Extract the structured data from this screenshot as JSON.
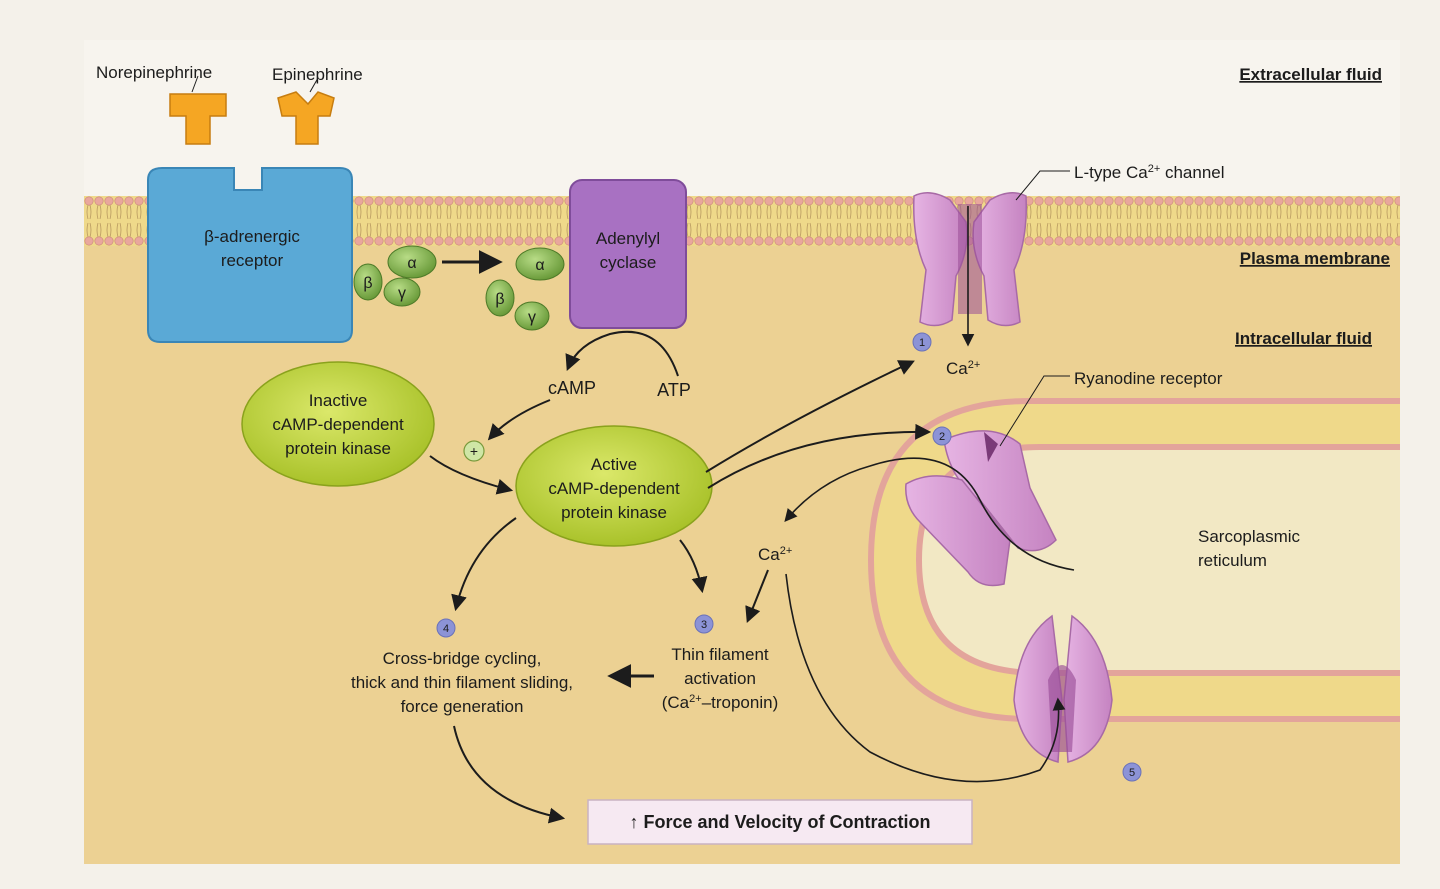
{
  "ligands": {
    "left": "Norepinephrine",
    "right": "Epinephrine"
  },
  "regions": {
    "extracellular": "Extracellular fluid",
    "plasma_membrane": "Plasma membrane",
    "intracellular": "Intracellular fluid"
  },
  "receptor": {
    "line1": "β-adrenergic",
    "line2": "receptor"
  },
  "gprotein": {
    "alpha": "α",
    "beta": "β",
    "gamma": "γ"
  },
  "adenylyl": {
    "line1": "Adenylyl",
    "line2": "cyclase"
  },
  "camp": "cAMP",
  "atp": "ATP",
  "plus": "+",
  "inactive_kinase": {
    "line1": "Inactive",
    "line2": "cAMP-dependent",
    "line3": "protein kinase"
  },
  "active_kinase": {
    "line1": "Active",
    "line2": "cAMP-dependent",
    "line3": "protein kinase"
  },
  "ltype": {
    "pre": "L-type Ca",
    "sup": "2+",
    "post": " channel"
  },
  "ca_in": {
    "base": "Ca",
    "sup": "2+"
  },
  "ca_sr": {
    "base": "Ca",
    "sup": "2+"
  },
  "ryanodine": "Ryanodine receptor",
  "sr": {
    "line1": "Sarcoplasmic",
    "line2": "reticulum"
  },
  "thin": {
    "line1": "Thin filament",
    "line2": "activation",
    "line3_pre": "(Ca",
    "line3_sup": "2+",
    "line3_post": "–troponin)"
  },
  "crossbridge": {
    "line1": "Cross-bridge cycling,",
    "line2": "thick and thin filament sliding,",
    "line3": "force generation"
  },
  "result": "↑ Force and Velocity of Contraction",
  "steps": [
    "1",
    "2",
    "3",
    "4",
    "5"
  ],
  "colors": {
    "membrane_fill": "#efd98a",
    "lipid_head": "#e8a9a0",
    "receptor": "#5aa9d6",
    "gprotein": "#8fbf5a",
    "adenylyl": "#a871c2",
    "kinase": "#c4d63a",
    "channel": "#d99ad6",
    "cytosol": "#ecd193",
    "step_badge": "#8c93d6"
  }
}
